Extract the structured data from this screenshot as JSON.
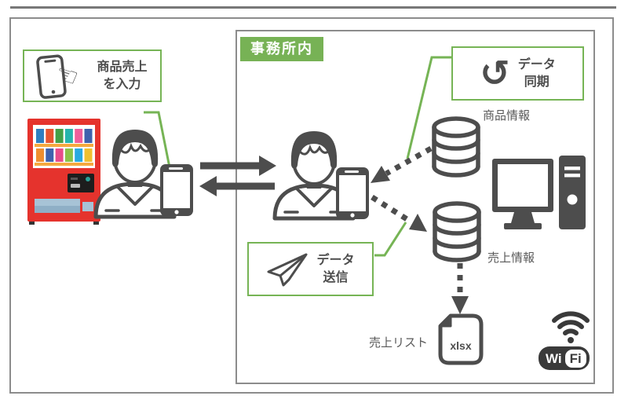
{
  "colors": {
    "accent_green": "#76b455",
    "label_green_bg": "#77b255",
    "icon_dark": "#4d4d4d",
    "label_gray": "#595959",
    "frame_gray": "#8c8c8c",
    "machine_red": "#e5332d"
  },
  "office": {
    "label": "事務所内"
  },
  "callouts": {
    "input": {
      "line1": "商品売上",
      "line2": "を入力"
    },
    "sync": {
      "line1": "データ",
      "line2": "同期"
    },
    "send": {
      "line1": "データ",
      "line2": "送信"
    }
  },
  "labels": {
    "product_db": "商品情報",
    "sales_db": "売上情報",
    "sales_list": "売上リスト",
    "file_badge": "xlsx"
  },
  "wifi": {
    "left": "Wi",
    "right": "Fi"
  },
  "icons": {
    "sync_glyph": "↺",
    "pointer_glyph": "☜"
  }
}
